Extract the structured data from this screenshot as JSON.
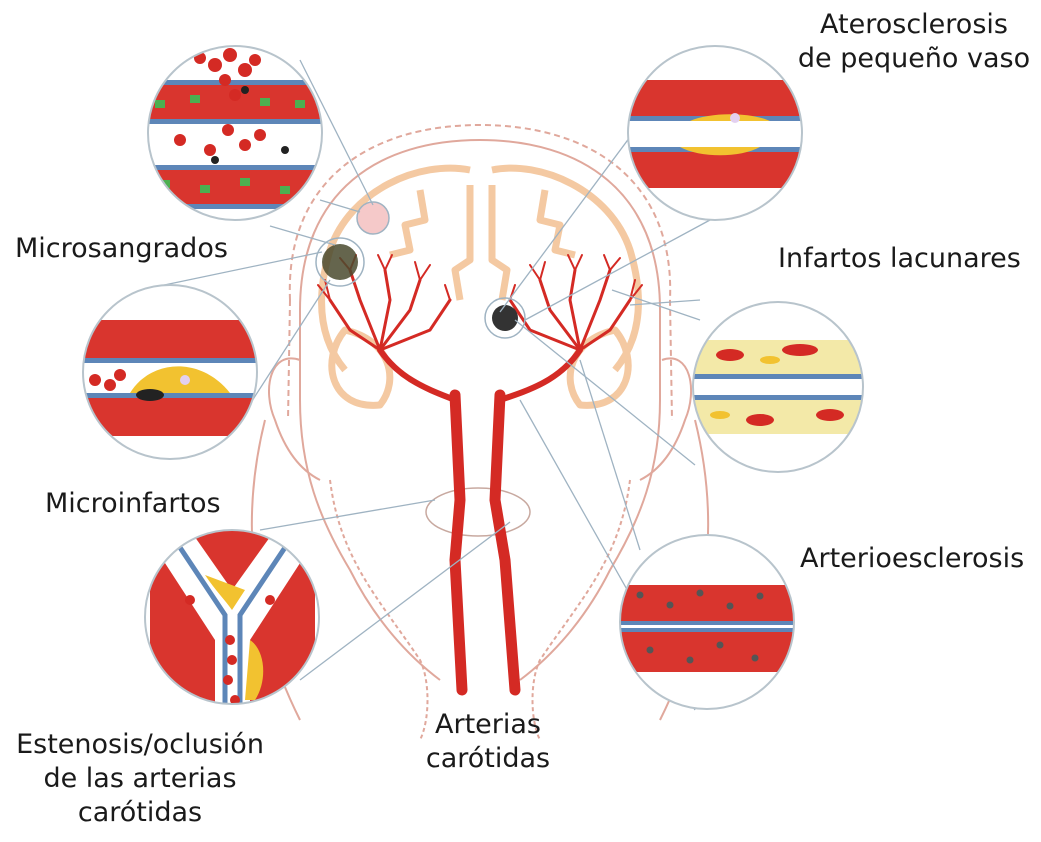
{
  "labels": {
    "aterosclerosis": [
      "Aterosclerosis",
      "de pequeño vaso"
    ],
    "microsangrados": "Microsangrados",
    "infartos": "Infartos lacunares",
    "microinfartos": "Microinfartos",
    "arterioesclerosis": "Arterioesclerosis",
    "estenosis": [
      "Estenosis/oclusión",
      "de las arterias",
      "carótidas"
    ],
    "arterias": [
      "Arterias",
      "carótidas"
    ]
  },
  "colors": {
    "artery": "#d42a24",
    "brain_outline": "#f4c9a2",
    "head_outline": "#e0a89c",
    "pointer": "#9fb3c2",
    "vessel_wall": "#5d86b8",
    "plaque": "#f2c230",
    "muscle": "#d9352e"
  }
}
